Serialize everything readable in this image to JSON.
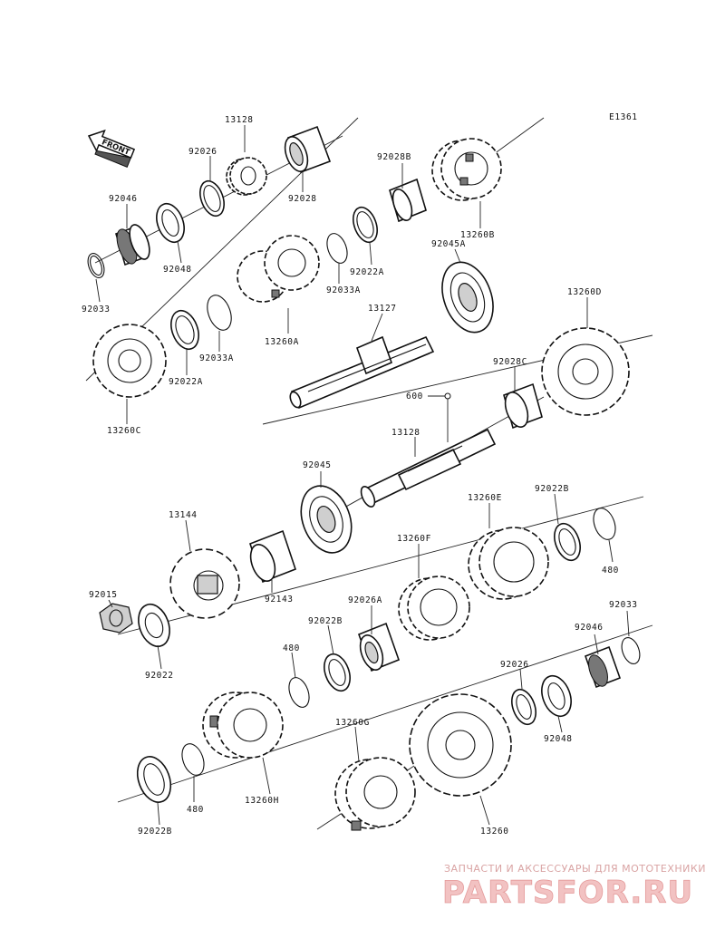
{
  "diagram_code": "E1361",
  "front_label": "FRONT",
  "labels": [
    {
      "id": "l1",
      "text": "13128"
    },
    {
      "id": "l2",
      "text": "92026"
    },
    {
      "id": "l3",
      "text": "92028"
    },
    {
      "id": "l4",
      "text": "92028B"
    },
    {
      "id": "l5",
      "text": "13260B"
    },
    {
      "id": "l6",
      "text": "92046"
    },
    {
      "id": "l7",
      "text": "92048"
    },
    {
      "id": "l8",
      "text": "92033"
    },
    {
      "id": "l9",
      "text": "92022A"
    },
    {
      "id": "l10",
      "text": "92033A"
    },
    {
      "id": "l11",
      "text": "13260A"
    },
    {
      "id": "l12",
      "text": "92045A"
    },
    {
      "id": "l13",
      "text": "13260D"
    },
    {
      "id": "l14",
      "text": "13127"
    },
    {
      "id": "l15",
      "text": "92033A"
    },
    {
      "id": "l16",
      "text": "92022A"
    },
    {
      "id": "l17",
      "text": "13260C"
    },
    {
      "id": "l18",
      "text": "92028C"
    },
    {
      "id": "l19",
      "text": "600"
    },
    {
      "id": "l20",
      "text": "13128"
    },
    {
      "id": "l21",
      "text": "92045"
    },
    {
      "id": "l22",
      "text": "13260E"
    },
    {
      "id": "l23",
      "text": "92022B"
    },
    {
      "id": "l24",
      "text": "13144"
    },
    {
      "id": "l25",
      "text": "13260F"
    },
    {
      "id": "l26",
      "text": "480"
    },
    {
      "id": "l27",
      "text": "92015"
    },
    {
      "id": "l28",
      "text": "92143"
    },
    {
      "id": "l29",
      "text": "92026A"
    },
    {
      "id": "l30",
      "text": "92033"
    },
    {
      "id": "l31",
      "text": "92022"
    },
    {
      "id": "l32",
      "text": "92022B"
    },
    {
      "id": "l33",
      "text": "92046"
    },
    {
      "id": "l34",
      "text": "480"
    },
    {
      "id": "l35",
      "text": "92026"
    },
    {
      "id": "l36",
      "text": "13260G"
    },
    {
      "id": "l37",
      "text": "92048"
    },
    {
      "id": "l38",
      "text": "480"
    },
    {
      "id": "l39",
      "text": "13260H"
    },
    {
      "id": "l40",
      "text": "92022B"
    },
    {
      "id": "l41",
      "text": "13260"
    }
  ],
  "watermark": {
    "subtitle": "ЗАПЧАСТИ И АКСЕССУАРЫ ДЛЯ МОТОТЕХНИКИ",
    "brand": "PARTSFOR.RU"
  }
}
